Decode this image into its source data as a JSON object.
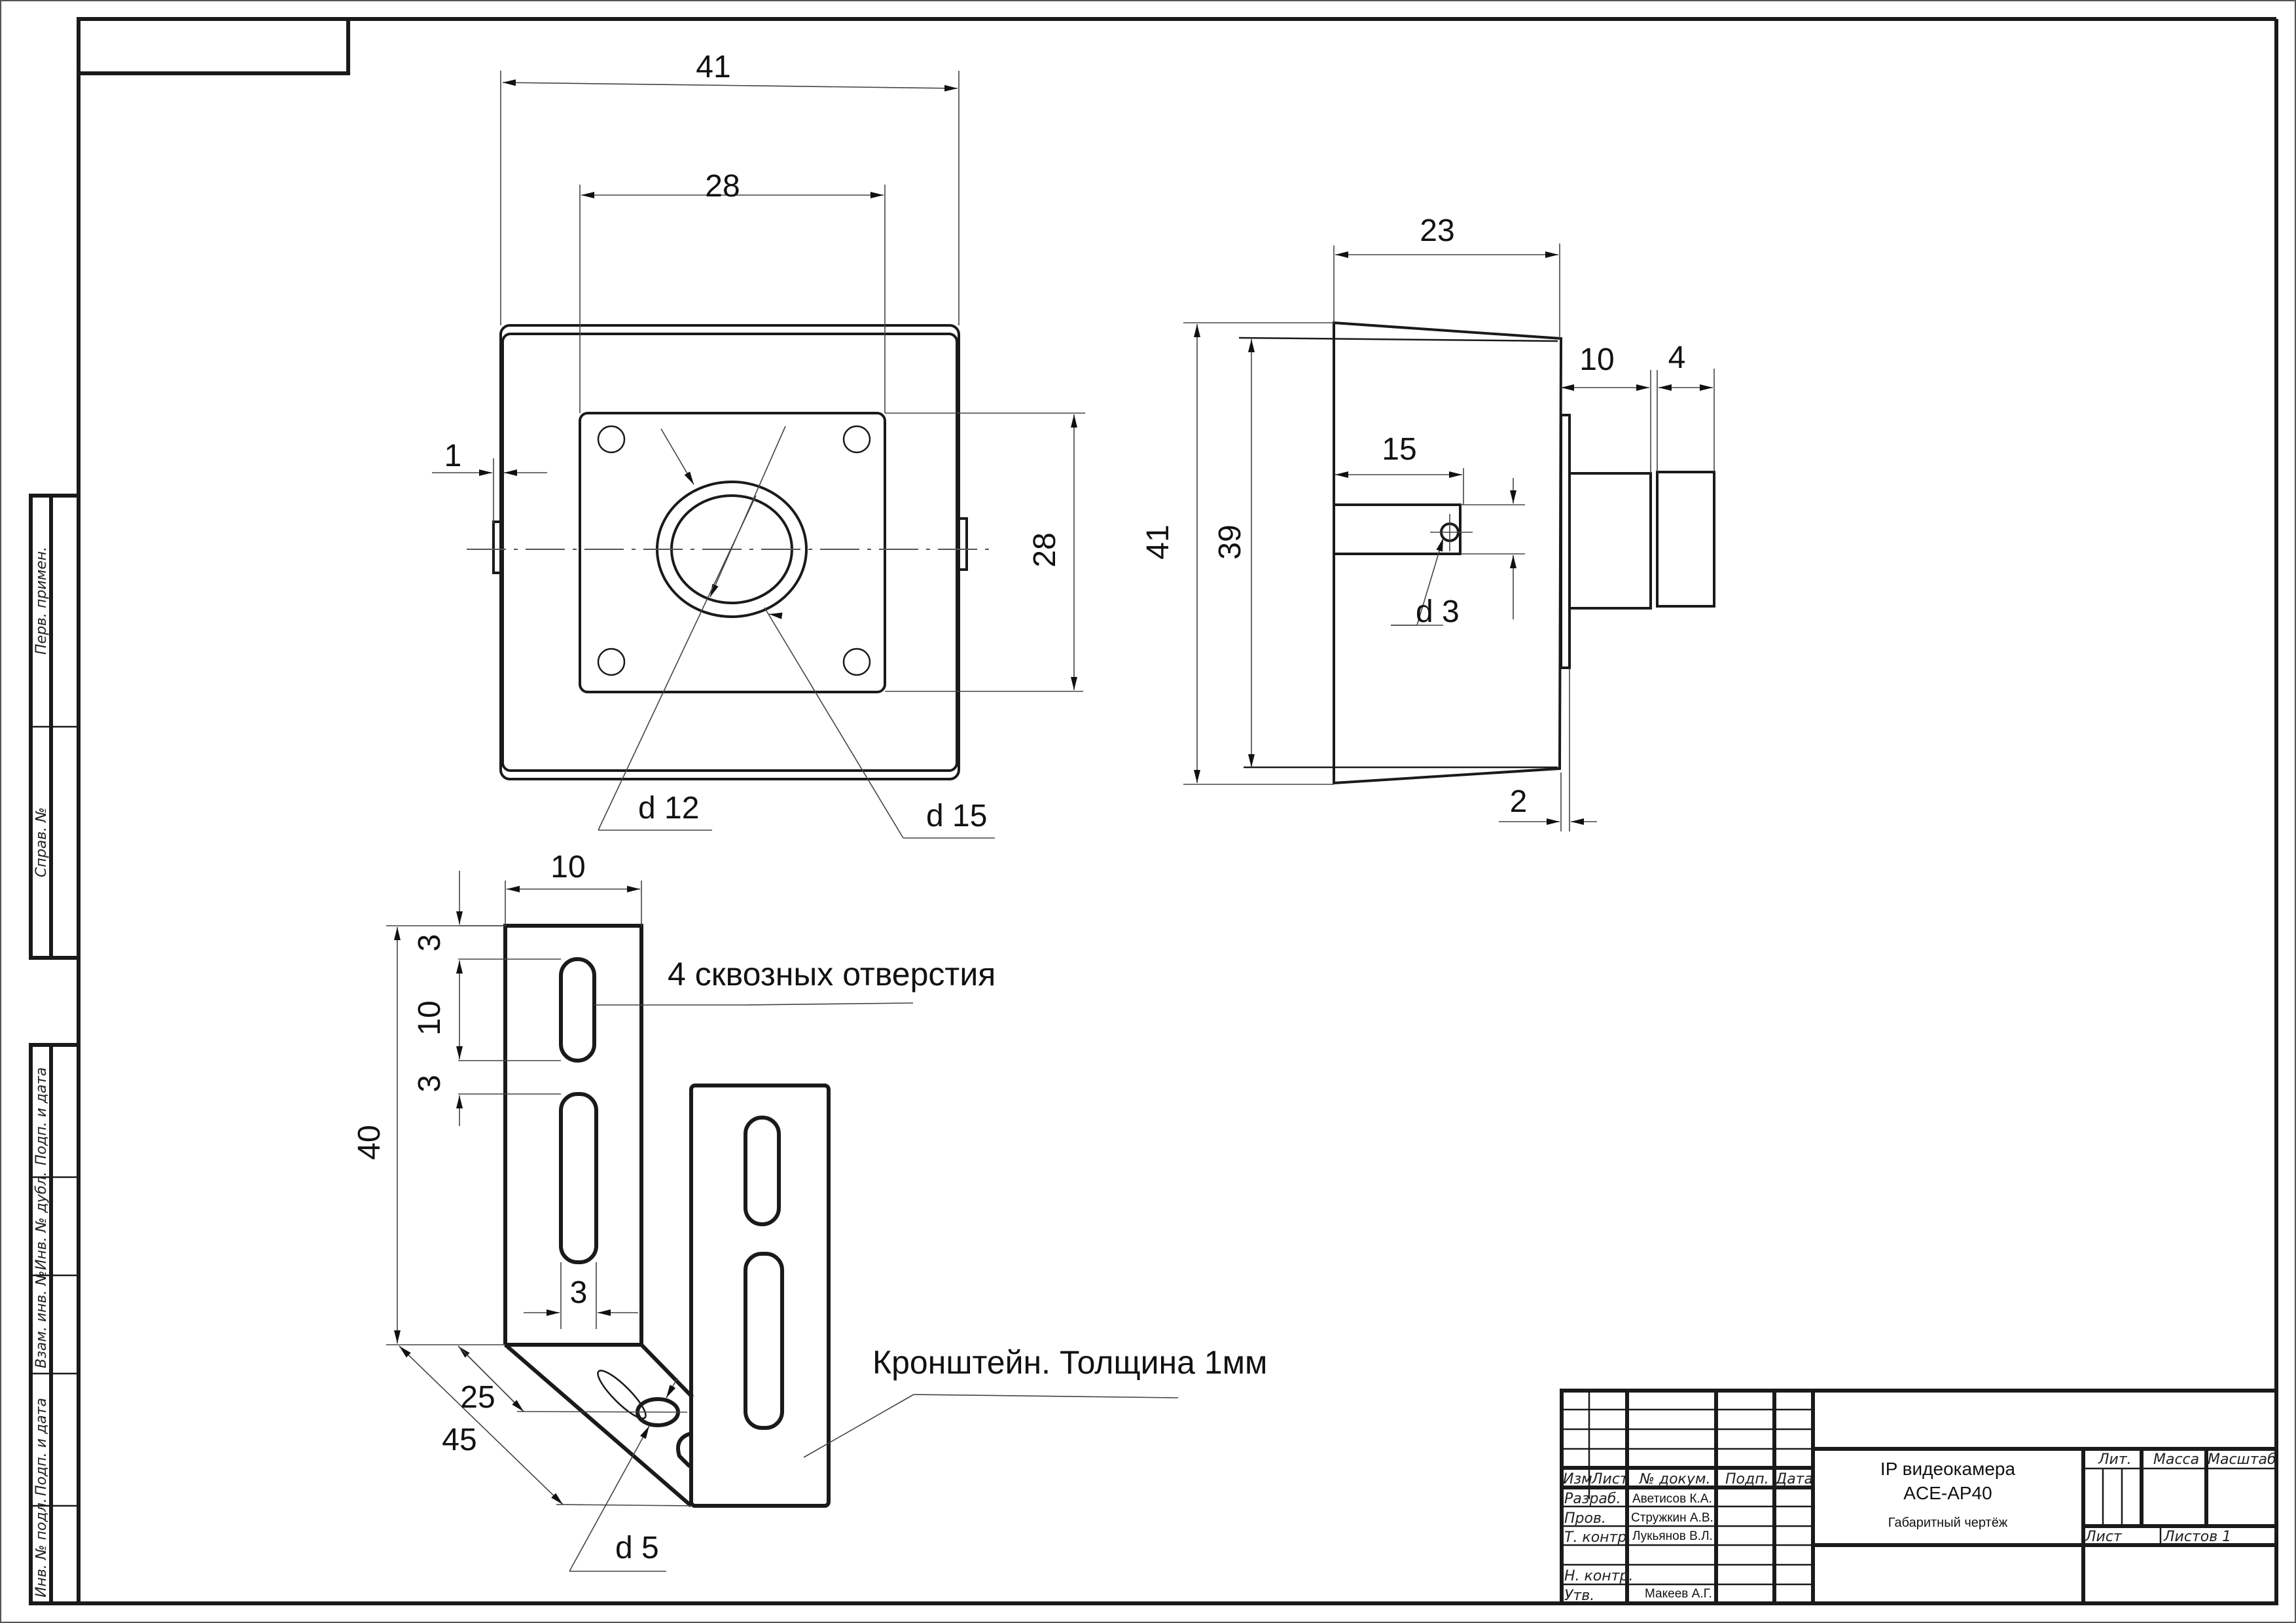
{
  "document": {
    "type": "Габаритный чертёж",
    "line_color": "#1a1a1a",
    "background": "#ffffff"
  },
  "front_view": {
    "dims": {
      "overall_width": "41",
      "plate_width": "28",
      "plate_height": "28",
      "flange": "1"
    },
    "callouts": {
      "inner_diameter": "d 12",
      "outer_diameter": "d 15"
    }
  },
  "side_view": {
    "dims": {
      "depth": "23",
      "overall_height": "41",
      "inner_height": "39",
      "lens_length": "10",
      "cap_length": "4",
      "hole_offset": "15",
      "plate_thickness": "2"
    },
    "callouts": {
      "hole_diameter": "d 3"
    }
  },
  "bracket": {
    "dims": {
      "leg_width": "10",
      "top_margin": "3",
      "slot_length": "10",
      "slot_gap": "3",
      "leg_height": "40",
      "slot_width": "3",
      "base_offset": "25",
      "base_length": "45"
    },
    "callouts": {
      "hole_diameter": "d 5",
      "holes_note": "4 сквозных отверстия",
      "part_note": "Кронштейн. Толщина 1мм"
    }
  },
  "side_strip": {
    "labels": [
      "Перв. примен.",
      "Справ. №",
      "Подп. и дата",
      "Инв. № дубл.",
      "Взам. инв. №",
      "Подп. и дата",
      "Инв. № подл."
    ]
  },
  "title_block": {
    "headers": {
      "izm": "Изм",
      "list": "Лист",
      "doc_no": "№ докум.",
      "sign": "Подп.",
      "date": "Дата"
    },
    "roles": [
      {
        "role": "Разраб.",
        "name": "Аветисов К.А."
      },
      {
        "role": "Пров.",
        "name": "Стружкин А.В."
      },
      {
        "role": "Т. контр.",
        "name": "Лукьянов В.Л."
      },
      {
        "role": "",
        "name": ""
      },
      {
        "role": "Н. контр.",
        "name": ""
      },
      {
        "role": "Утв.",
        "name": "Макеев А.Г."
      }
    ],
    "title_line1": "IP видеокамера",
    "title_line2": "ACE-AP40",
    "title_sub": "Габаритный чертёж",
    "lit_label": "Лит.",
    "mass_label": "Масса",
    "scale_label": "Масштаб",
    "sheet_label": "Лист",
    "sheets_label": "Листов 1"
  }
}
